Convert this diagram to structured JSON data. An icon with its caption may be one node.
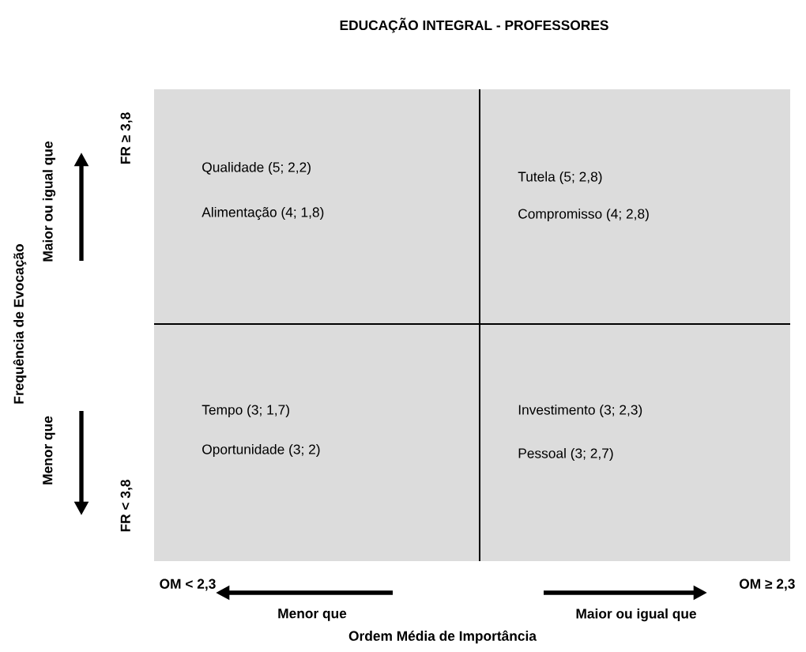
{
  "diagram": {
    "title": "EDUCAÇÃO INTEGRAL - PROFESSORES",
    "nodes": [
      {
        "text": [
          "Qualidade (5; 2,2)",
          "Alimentação (4; 1,8)"
        ]
      },
      {
        "text": [
          "Tutela (5; 2,8)",
          "Compromisso (4; 2,8)"
        ]
      },
      {
        "text": [
          "Tempo (3; 1,7)",
          "Oportunidade (3; 2)"
        ]
      },
      {
        "text": [
          "Investimento (3; 2,3)",
          "Pessoal (3; 2,7)"
        ]
      }
    ],
    "labels": [
      "FR ≥ 3,8",
      "Frequência de Evocação",
      "Maior ou igual que",
      "Menor que",
      "FR < 3,8",
      "OM < 2,3",
      "OM ≥ 2,3",
      "Menor que",
      "Maior ou igual que",
      "Ordem Média de Importância"
    ]
  }
}
